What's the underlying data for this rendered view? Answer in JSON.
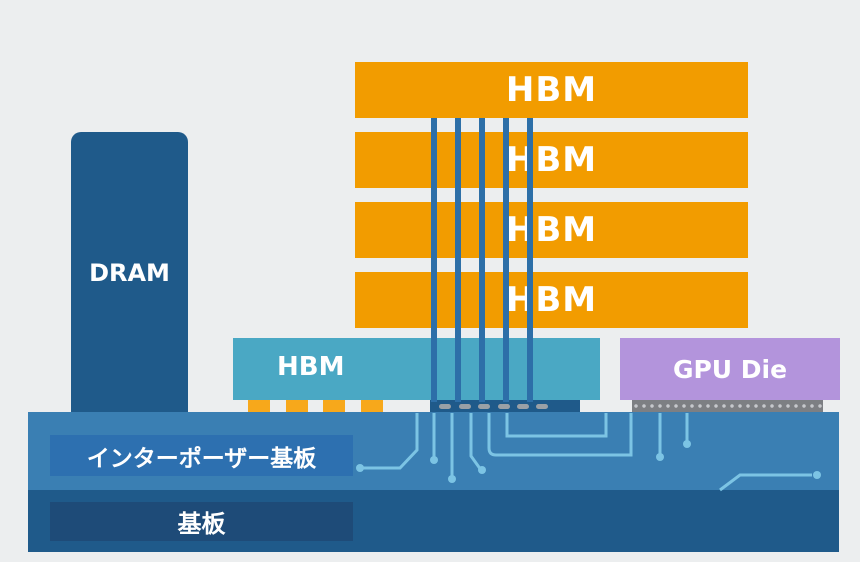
{
  "dram": {
    "label": "DRAM"
  },
  "hbm_stack": [
    {
      "label": "HBM"
    },
    {
      "label": "HBM"
    },
    {
      "label": "HBM"
    },
    {
      "label": "HBM"
    }
  ],
  "hbm_base": {
    "label": "HBM"
  },
  "gpu_die": {
    "label": "GPU Die"
  },
  "interposer": {
    "label": "インターポーザー基板"
  },
  "substrate": {
    "label": "基板"
  },
  "colors": {
    "background": "#eceeef",
    "hbm": "#f29c00",
    "dram": "#1f5a8a",
    "hbm_base": "#4aa8c4",
    "gpu": "#b394dc",
    "interposer": "#3a7fb3",
    "substrate": "#1f5a8a",
    "traces": "#7cc4e4"
  }
}
